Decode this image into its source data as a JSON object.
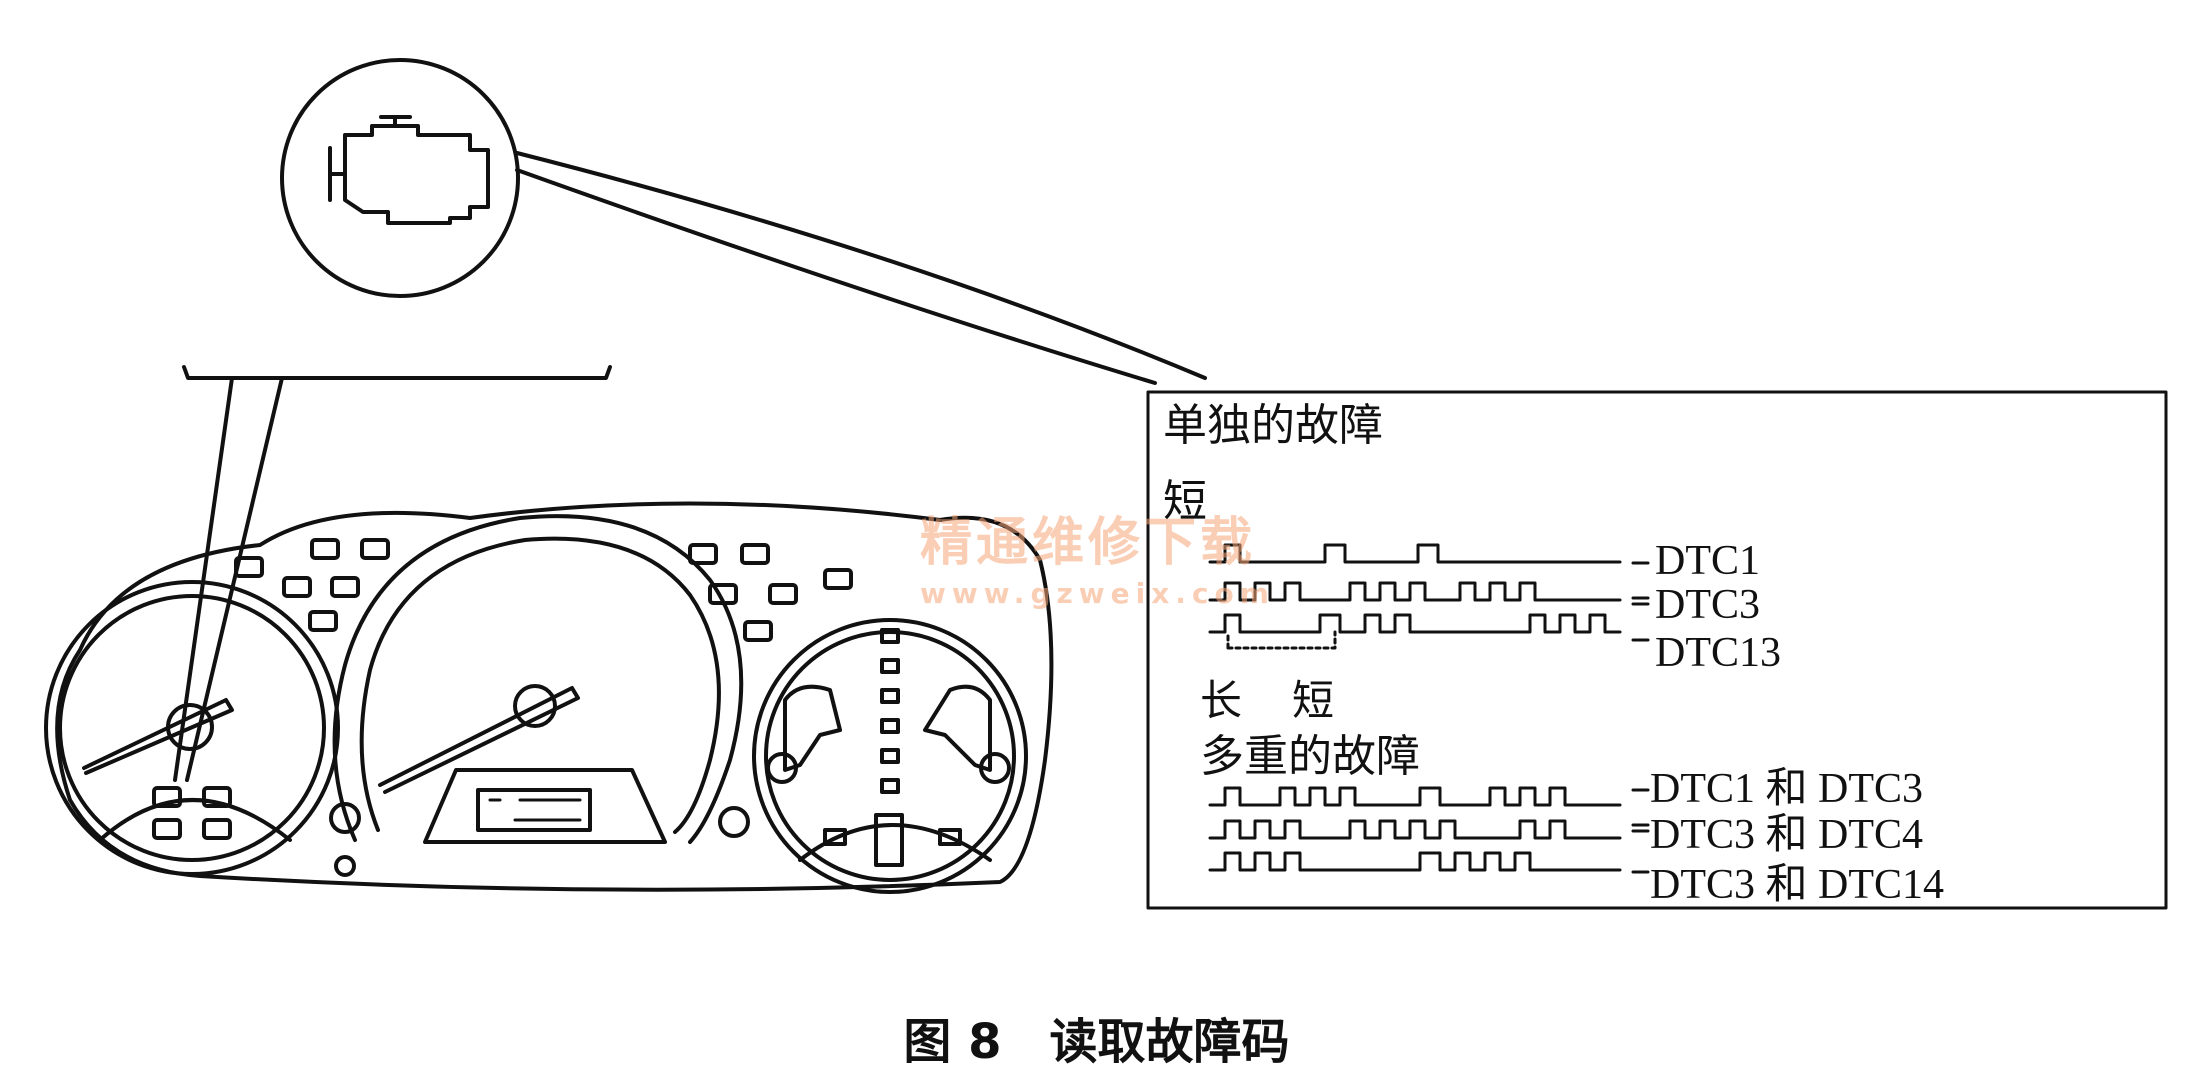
{
  "figure": {
    "caption_number": "图 8",
    "caption_title": "读取故障码"
  },
  "dtc_box": {
    "title_single": "单独的故障",
    "label_short": "短",
    "label_long": "长",
    "label_short_2": "短",
    "title_multiple": "多重的故障",
    "single_codes": [
      "DTC1",
      "DTC3",
      "DTC13"
    ],
    "multiple_codes": [
      "DTC1 和 DTC3",
      "DTC3 和 DTC4",
      "DTC3 和 DTC14"
    ]
  },
  "watermark": {
    "name": "精通维修下载",
    "url": "www.gzweix.com"
  },
  "icons": {
    "engine_warning": "check-engine-icon"
  }
}
